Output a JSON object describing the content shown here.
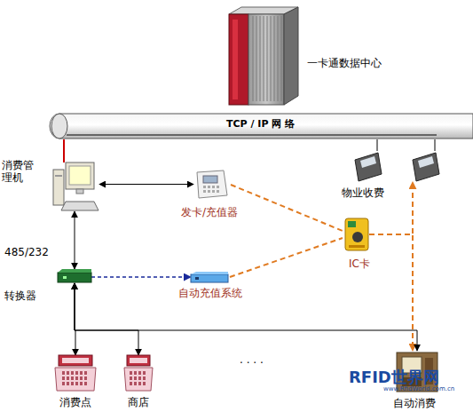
{
  "diagram": {
    "nodes": [
      {
        "text": [
          "一卡通数据中心"
        ]
      },
      {
        "text": [
          "TCP / IP 网 络"
        ]
      },
      {
        "text": [
          "消费管理机"
        ]
      },
      {
        "text": [
          "发卡/充值器"
        ]
      },
      {
        "text": [
          "物业收费"
        ]
      },
      {
        "text": [
          "IC卡"
        ]
      },
      {
        "text": [
          "485/232",
          "转换器"
        ]
      },
      {
        "text": [
          "自动充值系统"
        ]
      },
      {
        "text": [
          "消费点"
        ]
      },
      {
        "text": [
          "商店"
        ]
      },
      {
        "text": [
          "自动消费"
        ]
      }
    ],
    "edges": [
      {
        "from": 2,
        "to": 1,
        "arrow": "none"
      },
      {
        "from": 1,
        "to": 4,
        "arrow": "none"
      },
      {
        "from": 2,
        "to": 3,
        "arrow": "both"
      },
      {
        "from": 2,
        "to": 6,
        "arrow": "both"
      },
      {
        "from": 6,
        "to": 7,
        "arrow": "to"
      },
      {
        "from": 3,
        "to": 5,
        "arrow": "none"
      },
      {
        "from": 7,
        "to": 5,
        "arrow": "none"
      },
      {
        "from": 5,
        "to": 4,
        "arrow": "to"
      },
      {
        "from": 5,
        "to": 10,
        "arrow": "to"
      },
      {
        "from": 6,
        "to": 8,
        "arrow": "both"
      },
      {
        "from": 6,
        "to": 9,
        "arrow": "both"
      },
      {
        "from": 6,
        "to": 10,
        "arrow": "both"
      }
    ],
    "labels": [
      "· · · ·",
      "RFID世界网",
      "www.RfidWorld.com.cn"
    ]
  }
}
